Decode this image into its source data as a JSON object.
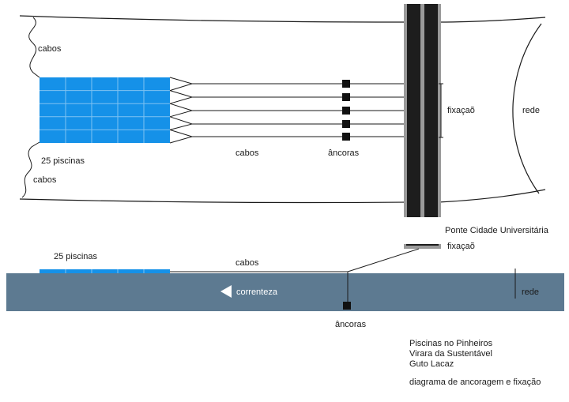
{
  "top_view": {
    "cables_upper_label": "cabos",
    "cables_lower_label": "cabos",
    "pools_label": "25 piscinas",
    "pool_grid": {
      "rows": 5,
      "cols": 5
    },
    "cables_mid_label": "cabos",
    "anchors_label": "âncoras",
    "fixation_label": "fixaçaõ",
    "net_label": "rede",
    "bridge_label": "Ponte Cidade Universitária"
  },
  "side_view": {
    "pools_label": "25 piscinas",
    "cables_label": "cabos",
    "fixation_label": "fixaçaõ",
    "current_label": "correnteza",
    "net_label": "rede",
    "anchors_label": "âncoras"
  },
  "credits": {
    "line1": "Piscinas no Pinheiros",
    "line2": "Virara da Sustentável",
    "line3": "Guto Lacaz",
    "caption": "diagrama de ancoragem e fixação"
  },
  "colors": {
    "pool_blue": "#1591e8",
    "water": "#5d7a91",
    "bridge_dark": "#1d1d1d",
    "bridge_grey": "#9a9a9a",
    "anchor": "#111111"
  }
}
